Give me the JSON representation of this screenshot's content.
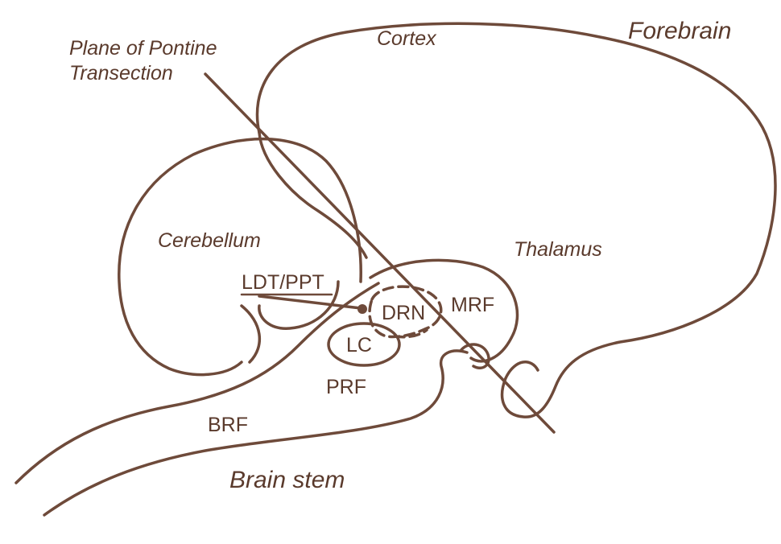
{
  "colors": {
    "ink": "#6e4a3a",
    "text": "#5a3a2c",
    "background": "#ffffff"
  },
  "labels": {
    "plane_line1": "Plane of Pontine",
    "plane_line2": "Transection",
    "cortex": "Cortex",
    "forebrain": "Forebrain",
    "cerebellum": "Cerebellum",
    "thalamus": "Thalamus",
    "ldt_ppt": "LDT/PPT",
    "drn": "DRN",
    "mrf": "MRF",
    "lc": "LC",
    "prf": "PRF",
    "brf": "BRF",
    "brain_stem": "Brain stem"
  }
}
